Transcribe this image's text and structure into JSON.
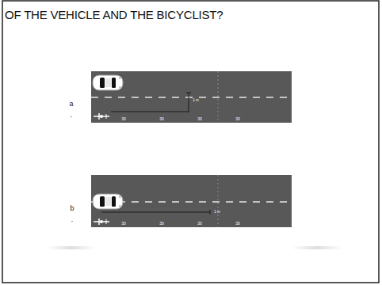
{
  "diagram": {
    "title": "OF THE VEHICLE AND THE BICYCLIST?",
    "labels": [
      "a",
      "-",
      "1 m",
      "30",
      "30",
      "30",
      "30",
      "b",
      "-",
      "1 m",
      "30",
      "30",
      "30",
      "30"
    ]
  }
}
